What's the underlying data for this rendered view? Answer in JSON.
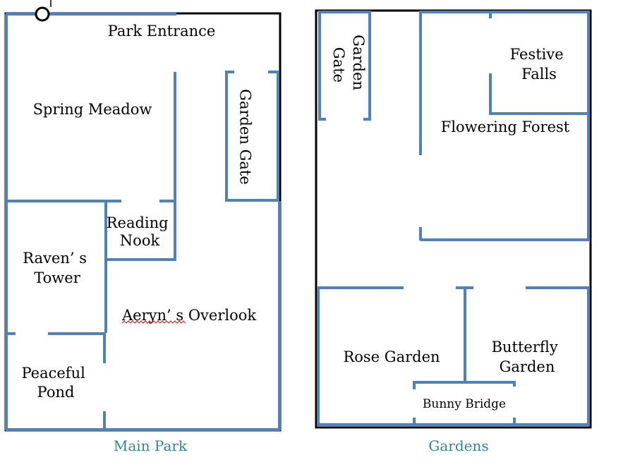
{
  "colors": {
    "wall": "#4f81bd",
    "outline": "#000000",
    "caption": "#31849b",
    "spellcheck": "#e02020"
  },
  "main_park": {
    "caption": "Main Park",
    "rooms": {
      "park_entrance": "Park Entrance",
      "spring_meadow": "Spring Meadow",
      "garden_gate": "Garden Gate",
      "reading_nook": [
        "Reading",
        "Nook"
      ],
      "ravens_tower": [
        "Raven’ s",
        "Tower"
      ],
      "aeryns_overlook": {
        "word": "Aeryn’ s",
        "rest": " Overlook"
      },
      "peaceful_pond": [
        "Peaceful",
        "Pond"
      ]
    }
  },
  "gardens": {
    "caption": "Gardens",
    "rooms": {
      "garden_gate": [
        "Garden",
        "Gate"
      ],
      "festive_falls": [
        "Festive",
        "Falls"
      ],
      "flowering_forest": "Flowering Forest",
      "rose_garden": "Rose Garden",
      "butterfly_garden": [
        "Butterfly",
        "Garden"
      ],
      "bunny_bridge": "Bunny Bridge"
    }
  }
}
